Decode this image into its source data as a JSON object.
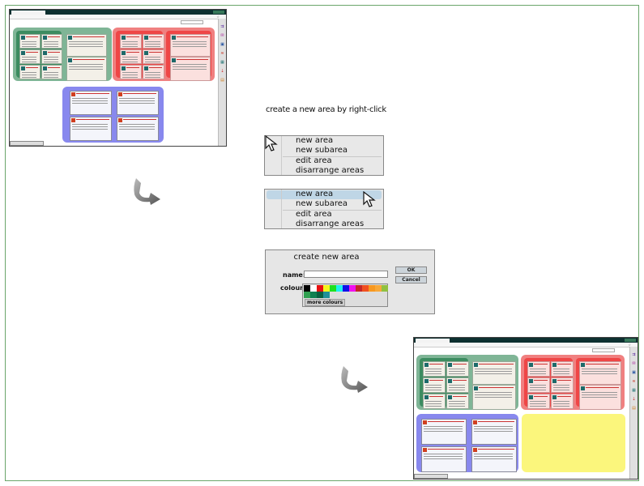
{
  "instruction": "create a new area by right-click",
  "context_menu_before": {
    "items": [
      "new area",
      "new subarea",
      "edit area",
      "disarrange areas"
    ],
    "highlighted_index": null
  },
  "context_menu_after": {
    "items": [
      "new area",
      "new subarea",
      "edit area",
      "disarrange areas"
    ],
    "highlighted_index": 0
  },
  "dialog": {
    "title": "create new area",
    "name_label": "name:",
    "name_value": "",
    "colour_label": "colour:",
    "ok_label": "OK",
    "cancel_label": "Cancel",
    "more_colours_label": "more colours",
    "swatches": [
      "#000000",
      "#ffffff",
      "#e81010",
      "#f5f51e",
      "#20e020",
      "#20f0f0",
      "#1010e8",
      "#f010f0",
      "#c42828",
      "#f05020",
      "#f89820",
      "#f8a838",
      "#90c040",
      "#30a050",
      "#108050",
      "#0a6040",
      "#209098"
    ]
  },
  "screenshot_before": {
    "areas": [
      {
        "name": "green-area",
        "color": "#7fb596",
        "sub_color": "#3c8c60"
      },
      {
        "name": "red-area",
        "color": "#f08080",
        "sub_color": "#ef4646"
      },
      {
        "name": "blue-area",
        "color": "#8888ee"
      }
    ]
  },
  "screenshot_after": {
    "areas": [
      {
        "name": "green-area",
        "color": "#7fb596",
        "sub_color": "#3c8c60"
      },
      {
        "name": "red-area",
        "color": "#f08080",
        "sub_color": "#ef4646"
      },
      {
        "name": "blue-area",
        "color": "#8888ee"
      },
      {
        "name": "new-yellow-area",
        "color": "#fbf67c"
      }
    ]
  },
  "sidebar_icon_colors": [
    "#6a3fa8",
    "#a8209a",
    "#2050a0",
    "#c83020",
    "#1a7070",
    "#d02020",
    "#d08020"
  ]
}
